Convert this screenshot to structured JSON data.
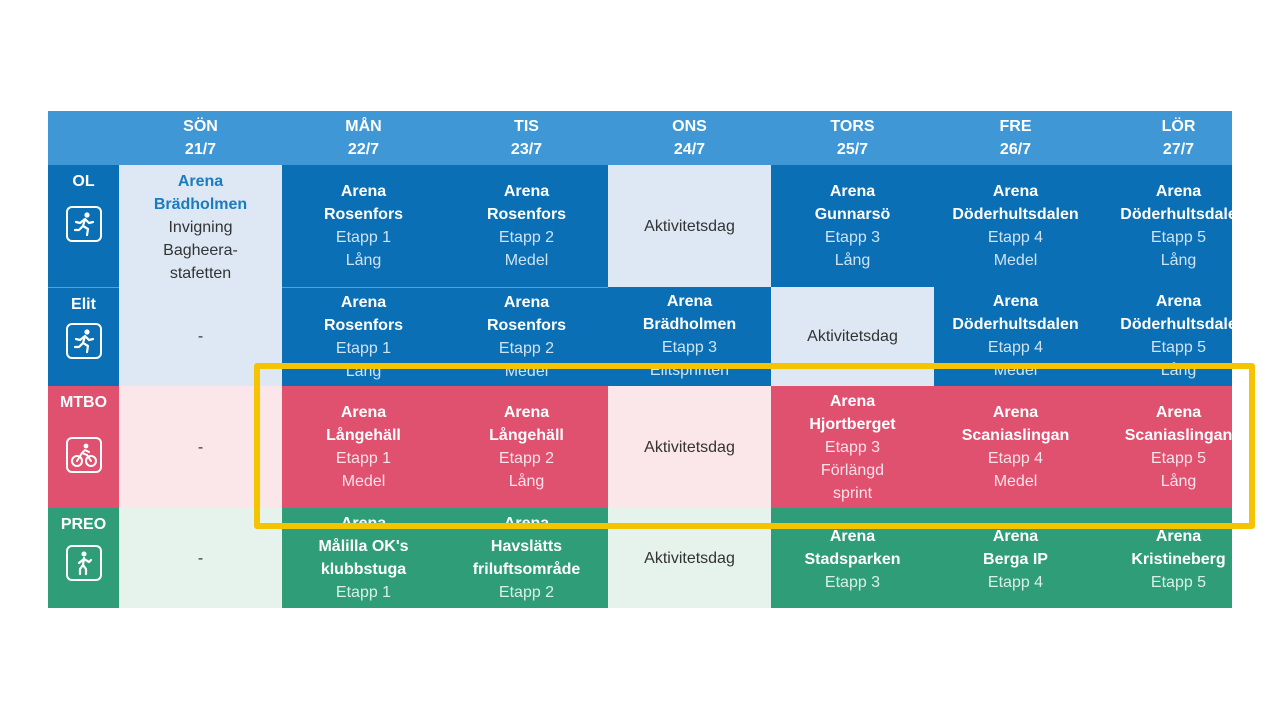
{
  "header": {
    "days": [
      {
        "name": "SÖN",
        "date": "21/7"
      },
      {
        "name": "MÅN",
        "date": "22/7"
      },
      {
        "name": "TIS",
        "date": "23/7"
      },
      {
        "name": "ONS",
        "date": "24/7"
      },
      {
        "name": "TORS",
        "date": "25/7"
      },
      {
        "name": "FRE",
        "date": "26/7"
      },
      {
        "name": "LÖR",
        "date": "27/7"
      }
    ]
  },
  "rows": {
    "ol": {
      "label": "OL",
      "icon": "running-person-icon"
    },
    "elit": {
      "label": "Elit",
      "icon": "running-person-icon"
    },
    "mtbo": {
      "label": "MTBO",
      "icon": "cyclist-icon"
    },
    "preo": {
      "label": "PREO",
      "icon": "walking-person-icon"
    }
  },
  "sun": {
    "l1": "Arena",
    "l2": "Brädholmen",
    "l3": "Invigning",
    "l4": "Bagheera-",
    "l5": "stafetten",
    "elit": "-",
    "mtbo": "-",
    "preo": "-"
  },
  "cells": {
    "ol": {
      "mon": {
        "a": "Arena",
        "b": "Rosenfors",
        "c": "Etapp 1",
        "d": "Lång"
      },
      "tue": {
        "a": "Arena",
        "b": "Rosenfors",
        "c": "Etapp 2",
        "d": "Medel"
      },
      "wed": {
        "a": "Aktivitetsdag"
      },
      "thu": {
        "a": "Arena",
        "b": "Gunnarsö",
        "c": "Etapp 3",
        "d": "Lång"
      },
      "fri": {
        "a": "Arena",
        "b": "Döderhultsdalen",
        "c": "Etapp 4",
        "d": "Medel"
      },
      "sat": {
        "a": "Arena",
        "b": "Döderhultsdale",
        "c": "Etapp 5",
        "d": "Lång"
      }
    },
    "elit": {
      "mon": {
        "a": "Arena",
        "b": "Rosenfors",
        "c": "Etapp 1",
        "d": "Lång"
      },
      "tue": {
        "a": "Arena",
        "b": "Rosenfors",
        "c": "Etapp 2",
        "d": "Medel"
      },
      "wed": {
        "a": "Arena",
        "b": "Brädholmen",
        "c": "Etapp 3",
        "d": "Elitsprinten"
      },
      "thu": {
        "a": "Aktivitetsdag"
      },
      "fri": {
        "a": "Arena",
        "b": "Döderhultsdalen",
        "c": "Etapp 4",
        "d": "Medel"
      },
      "sat": {
        "a": "Arena",
        "b": "Döderhultsdale",
        "c": "Etapp 5",
        "d": "Lång"
      }
    },
    "mtbo": {
      "mon": {
        "a": "Arena",
        "b": "Långehäll",
        "c": "Etapp 1",
        "d": "Medel"
      },
      "tue": {
        "a": "Arena",
        "b": "Långehäll",
        "c": "Etapp 2",
        "d": "Lång"
      },
      "wed": {
        "a": "Aktivitetsdag"
      },
      "thu": {
        "a": "Arena",
        "b": "Hjortberget",
        "c": "Etapp 3",
        "d": "Förlängd",
        "e": "sprint"
      },
      "fri": {
        "a": "Arena",
        "b": "Scaniaslingan",
        "c": "Etapp 4",
        "d": "Medel"
      },
      "sat": {
        "a": "Arena",
        "b": "Scaniaslingan",
        "c": "Etapp 5",
        "d": "Lång"
      }
    },
    "preo": {
      "mon": {
        "a": "Arena",
        "b": "Målilla OK's",
        "c": "klubbstuga",
        "d": "Etapp 1"
      },
      "tue": {
        "a": "Arena",
        "b": "Havslätts",
        "c": "friluftsområde",
        "d": "Etapp 2"
      },
      "wed": {
        "a": "Aktivitetsdag"
      },
      "thu": {
        "a": "Arena",
        "b": "Stadsparken",
        "c": "Etapp 3"
      },
      "fri": {
        "a": "Arena",
        "b": "Berga IP",
        "c": "Etapp 4"
      },
      "sat": {
        "a": "Arena",
        "b": "Kristineberg",
        "c": "Etapp 5"
      }
    }
  },
  "colors": {
    "header": "#3f97d6",
    "blue": "#0a6fb4",
    "red": "#e0506f",
    "green": "#2f9e78",
    "highlight": "#f4c400"
  }
}
